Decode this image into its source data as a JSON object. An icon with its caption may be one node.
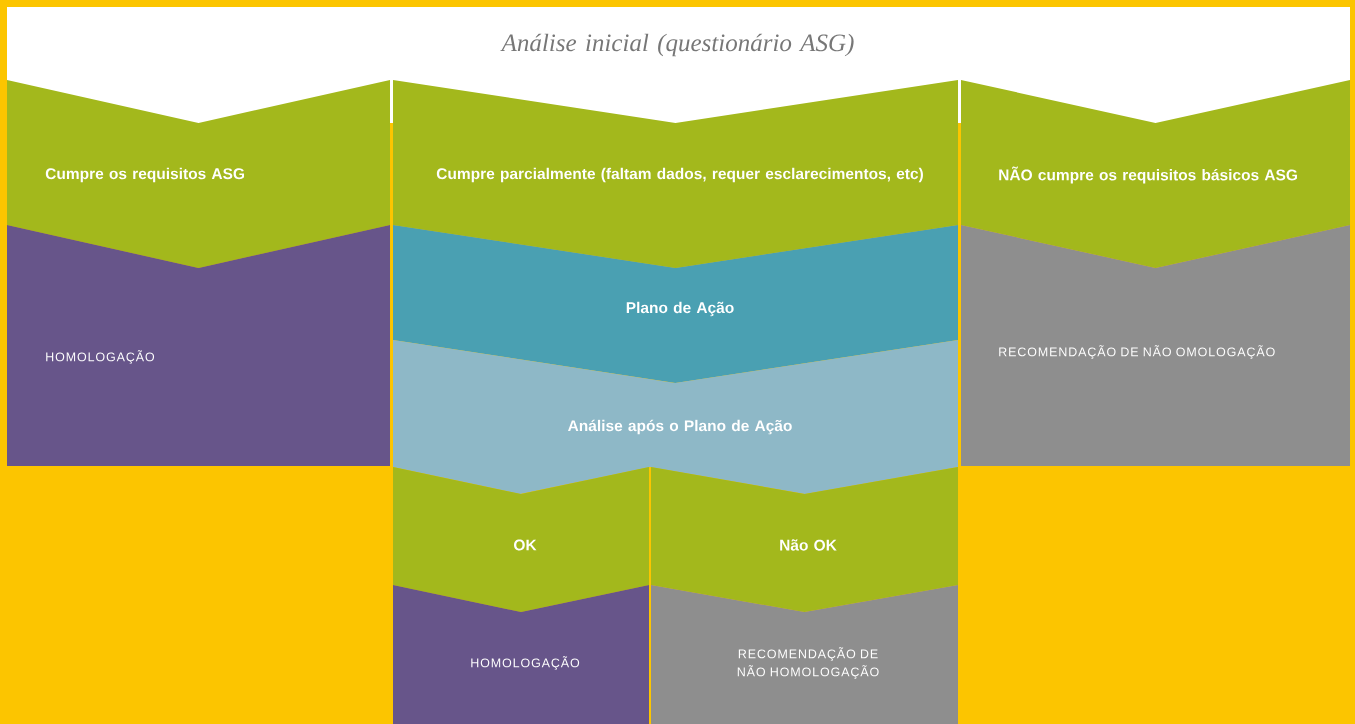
{
  "diagram": {
    "nodes": [
      {
        "text": [
          "Análise inicial (questionário ASG)"
        ]
      },
      {
        "text": [
          "Cumpre os requisitos ASG"
        ]
      },
      {
        "text": [
          "Cumpre parcialmente (faltam dados, requer esclarecimentos, etc)"
        ]
      },
      {
        "text": [
          "NÃO cumpre os requisitos básicos ASG"
        ]
      },
      {
        "text": [
          "HOMOLOGAÇÃO"
        ]
      },
      {
        "text": [
          "Plano de Ação"
        ]
      },
      {
        "text": [
          "RECOMENDAÇÃO DE NÃO OMOLOGAÇÃO"
        ]
      },
      {
        "text": [
          "Análise após o Plano de Ação"
        ]
      },
      {
        "text": [
          "OK"
        ]
      },
      {
        "text": [
          "Não OK"
        ]
      },
      {
        "text": [
          "HOMOLOGAÇÃO"
        ]
      },
      {
        "text": [
          "RECOMENDAÇÃO DE NÃO HOMOLOGAÇÃO"
        ]
      }
    ]
  }
}
